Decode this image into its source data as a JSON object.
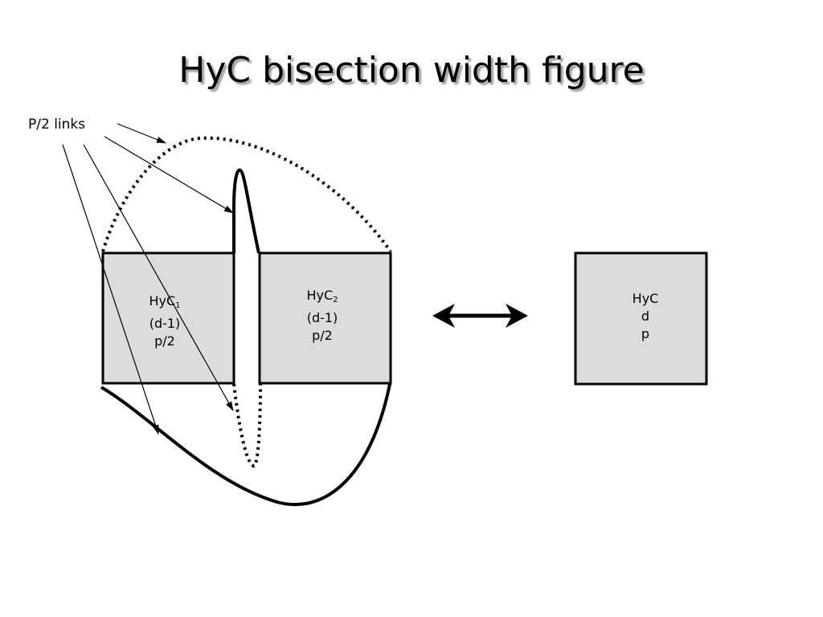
{
  "slide": {
    "title": "HyC bisection width figure"
  },
  "callout": {
    "label": "P/2 links"
  },
  "boxes": {
    "hyc1": {
      "name": "HyC",
      "subscript": "1",
      "line2": "(d-1)",
      "line3": "p/2"
    },
    "hyc2": {
      "name": "HyC",
      "subscript": "2",
      "line2": "(d-1)",
      "line3": "p/2"
    },
    "hyc": {
      "name": "HyC",
      "line2": "d",
      "line3": "p"
    }
  },
  "colors": {
    "box_fill": "#dcdcdc",
    "stroke": "#000000",
    "title_shadow": "#9a9a9a"
  },
  "icons": {
    "equivalence": "double-headed-arrow-icon"
  }
}
